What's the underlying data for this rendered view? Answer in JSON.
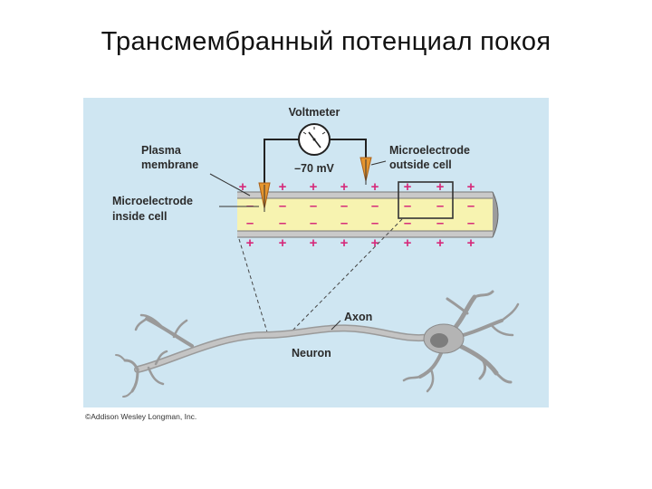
{
  "slide": {
    "title": "Трансмембранный потенциал покоя"
  },
  "diagram": {
    "voltmeter_label": "Voltmeter",
    "voltmeter_reading": "–70 mV",
    "plasma_membrane_label": [
      "Plasma",
      "membrane"
    ],
    "microelectrode_outside_label": [
      "Microelectrode",
      "outside cell"
    ],
    "microelectrode_inside_label": [
      "Microelectrode",
      "inside cell"
    ],
    "axon_label": "Axon",
    "neuron_label": "Neuron",
    "plus_sign": "+",
    "minus_sign": "–",
    "colors": {
      "background": "#cfe6f2",
      "membrane": "#f7f3b0",
      "charge": "#d62a7a",
      "electrode": "#e5952e",
      "neuron": "#9a9a9a"
    }
  },
  "footer": {
    "copyright": "©Addison Wesley Longman, Inc."
  }
}
